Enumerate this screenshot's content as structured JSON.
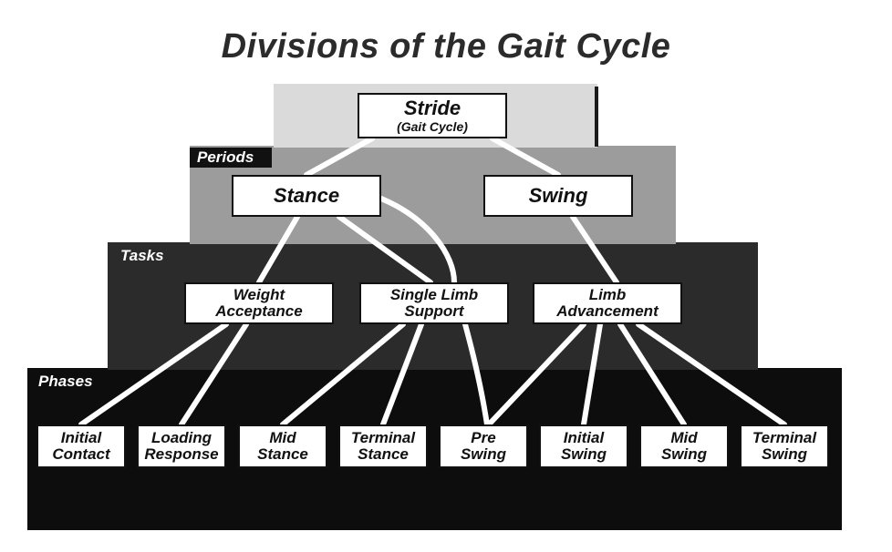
{
  "title": "Divisions of the Gait Cycle",
  "levels": {
    "periods": "Periods",
    "tasks": "Tasks",
    "phases": "Phases"
  },
  "stride": {
    "label": "Stride",
    "sublabel": "(Gait Cycle)"
  },
  "periods": [
    {
      "label": "Stance"
    },
    {
      "label": "Swing"
    }
  ],
  "tasks": [
    {
      "line1": "Weight",
      "line2": "Acceptance"
    },
    {
      "line1": "Single Limb",
      "line2": "Support"
    },
    {
      "line1": "Limb",
      "line2": "Advancement"
    }
  ],
  "phases": [
    {
      "line1": "Initial",
      "line2": "Contact"
    },
    {
      "line1": "Loading",
      "line2": "Response"
    },
    {
      "line1": "Mid",
      "line2": "Stance"
    },
    {
      "line1": "Terminal",
      "line2": "Stance"
    },
    {
      "line1": "Pre",
      "line2": "Swing"
    },
    {
      "line1": "Initial",
      "line2": "Swing"
    },
    {
      "line1": "Mid",
      "line2": "Swing"
    },
    {
      "line1": "Terminal",
      "line2": "Swing"
    }
  ],
  "colors": {
    "stride_band": "#dadada",
    "periods_band": "#9c9c9c",
    "tasks_band": "#2b2b2b",
    "phases_band": "#0d0d0d",
    "box_fill": "#ffffff",
    "title": "#2b2b2b"
  }
}
